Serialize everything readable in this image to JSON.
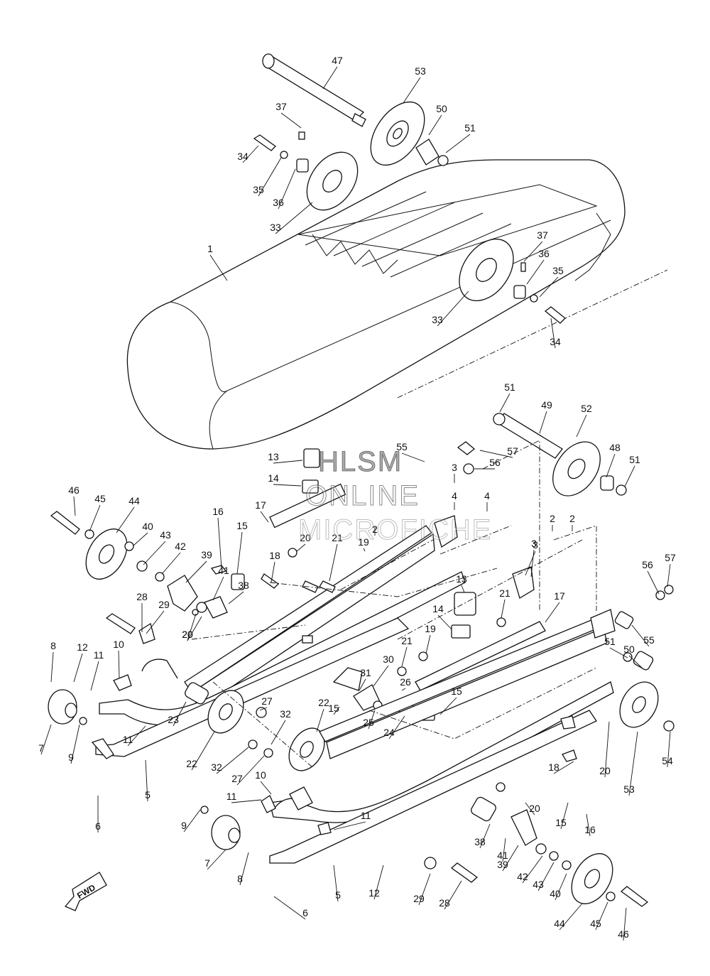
{
  "watermark": {
    "line1": "HLSM",
    "line2": "ONLINE",
    "line3": "MICROFICHE"
  },
  "fwd_label": "FWD",
  "callouts": [
    "47",
    "53",
    "50",
    "51",
    "37",
    "34",
    "35",
    "36",
    "33",
    "1",
    "37",
    "36",
    "35",
    "33",
    "34",
    "51",
    "49",
    "52",
    "48",
    "51",
    "57",
    "56",
    "55",
    "13",
    "14",
    "17",
    "16",
    "15",
    "46",
    "45",
    "44",
    "40",
    "43",
    "42",
    "39",
    "41",
    "38",
    "20",
    "21",
    "18",
    "19",
    "20",
    "2",
    "3",
    "4",
    "2",
    "4",
    "3",
    "57",
    "56",
    "55",
    "13",
    "21",
    "17",
    "14",
    "19",
    "15",
    "28",
    "29",
    "20",
    "8",
    "12",
    "11",
    "10",
    "7",
    "9",
    "11",
    "23",
    "22",
    "27",
    "32",
    "31",
    "30",
    "21",
    "26",
    "25",
    "24",
    "15",
    "22",
    "32",
    "27",
    "5",
    "6",
    "10",
    "11",
    "11",
    "9",
    "7",
    "8",
    "5",
    "6",
    "12",
    "29",
    "28",
    "38",
    "41",
    "39",
    "42",
    "43",
    "40",
    "44",
    "45",
    "46",
    "53",
    "54",
    "20",
    "18",
    "51",
    "50",
    "20",
    "15",
    "16",
    "3",
    "2"
  ]
}
